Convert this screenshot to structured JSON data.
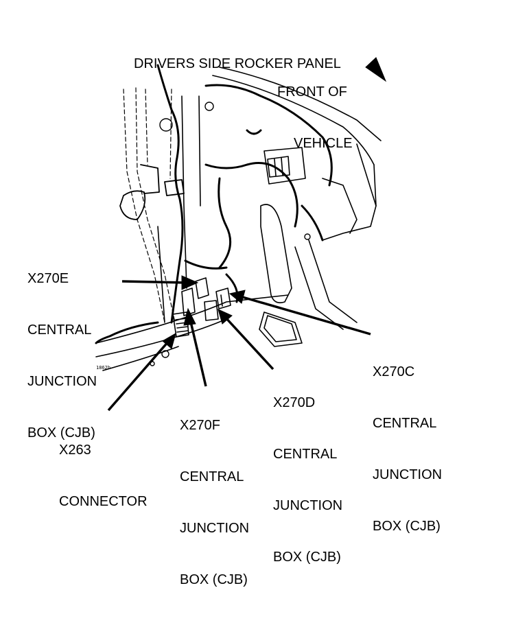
{
  "title": "DRIVERS SIDE ROCKER PANEL",
  "orientation": {
    "lines": [
      "FRONT OF",
      "VEHICLE"
    ]
  },
  "callouts": {
    "x270e": {
      "lines": [
        "X270E",
        "CENTRAL",
        "JUNCTION",
        "BOX (CJB)"
      ]
    },
    "x270c": {
      "lines": [
        "X270C",
        "CENTRAL",
        "JUNCTION",
        "BOX (CJB)"
      ]
    },
    "x270d": {
      "lines": [
        "X270D",
        "CENTRAL",
        "JUNCTION",
        "BOX (CJB)"
      ]
    },
    "x270f": {
      "lines": [
        "X270F",
        "CENTRAL",
        "JUNCTION",
        "BOX (CJB)"
      ]
    },
    "x263": {
      "lines": [
        "X263",
        "CONNECTOR"
      ]
    }
  },
  "figure_id": "1862b",
  "colors": {
    "ink": "#000000",
    "paper": "#ffffff"
  }
}
